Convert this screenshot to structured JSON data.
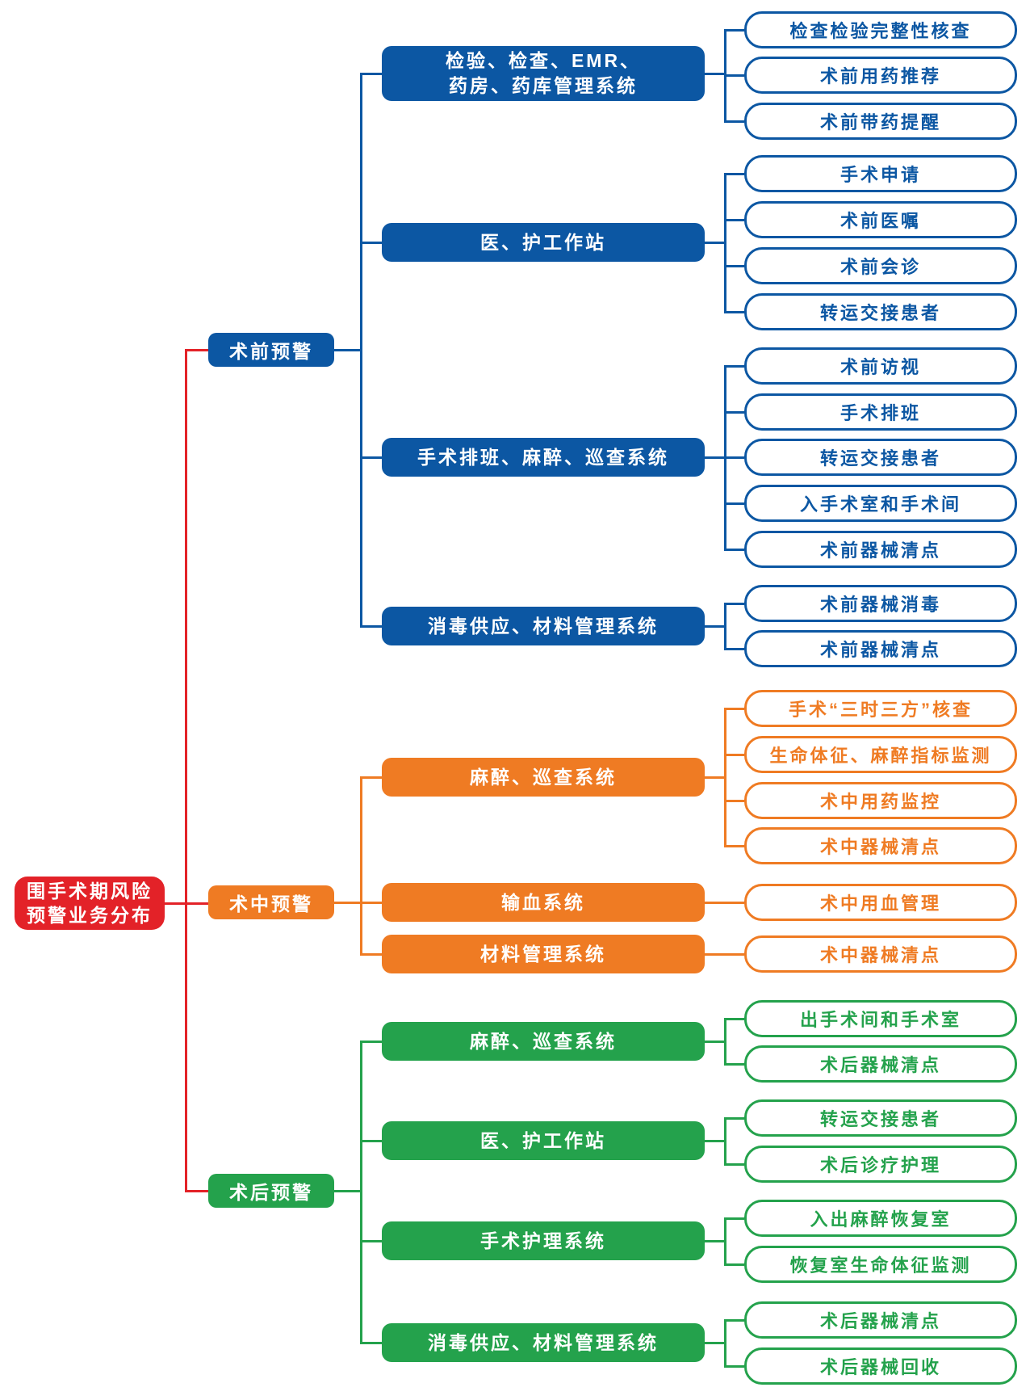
{
  "diagram": {
    "root": {
      "label": "围手术期风险\n预警业务分布",
      "color": "#E32228"
    },
    "branches": [
      {
        "label": "术前预警",
        "color": "#0C57A3",
        "groups": [
          {
            "header": "检验、检查、EMR、\n药房、药库管理系统",
            "leaves": [
              "检查检验完整性核查",
              "术前用药推荐",
              "术前带药提醒"
            ]
          },
          {
            "header": "医、护工作站",
            "leaves": [
              "手术申请",
              "术前医嘱",
              "术前会诊",
              "转运交接患者"
            ]
          },
          {
            "header": "手术排班、麻醉、巡查系统",
            "leaves": [
              "术前访视",
              "手术排班",
              "转运交接患者",
              "入手术室和手术间",
              "术前器械清点"
            ]
          },
          {
            "header": "消毒供应、材料管理系统",
            "leaves": [
              "术前器械消毒",
              "术前器械清点"
            ]
          }
        ]
      },
      {
        "label": "术中预警",
        "color": "#EF7B23",
        "groups": [
          {
            "header": "麻醉、巡查系统",
            "leaves": [
              "手术“三时三方”核查",
              "生命体征、麻醉指标监测",
              "术中用药监控",
              "术中器械清点"
            ]
          },
          {
            "header": "输血系统",
            "leaves": [
              "术中用血管理"
            ]
          },
          {
            "header": "材料管理系统",
            "leaves": [
              "术中器械清点"
            ]
          }
        ]
      },
      {
        "label": "术后预警",
        "color": "#24A24C",
        "groups": [
          {
            "header": "麻醉、巡查系统",
            "leaves": [
              "出手术间和手术室",
              "术后器械清点"
            ]
          },
          {
            "header": "医、护工作站",
            "leaves": [
              "转运交接患者",
              "术后诊疗护理"
            ]
          },
          {
            "header": "手术护理系统",
            "leaves": [
              "入出麻醉恢复室",
              "恢复室生命体征监测"
            ]
          },
          {
            "header": "消毒供应、材料管理系统",
            "leaves": [
              "术后器械清点",
              "术后器械回收"
            ]
          }
        ]
      }
    ]
  }
}
